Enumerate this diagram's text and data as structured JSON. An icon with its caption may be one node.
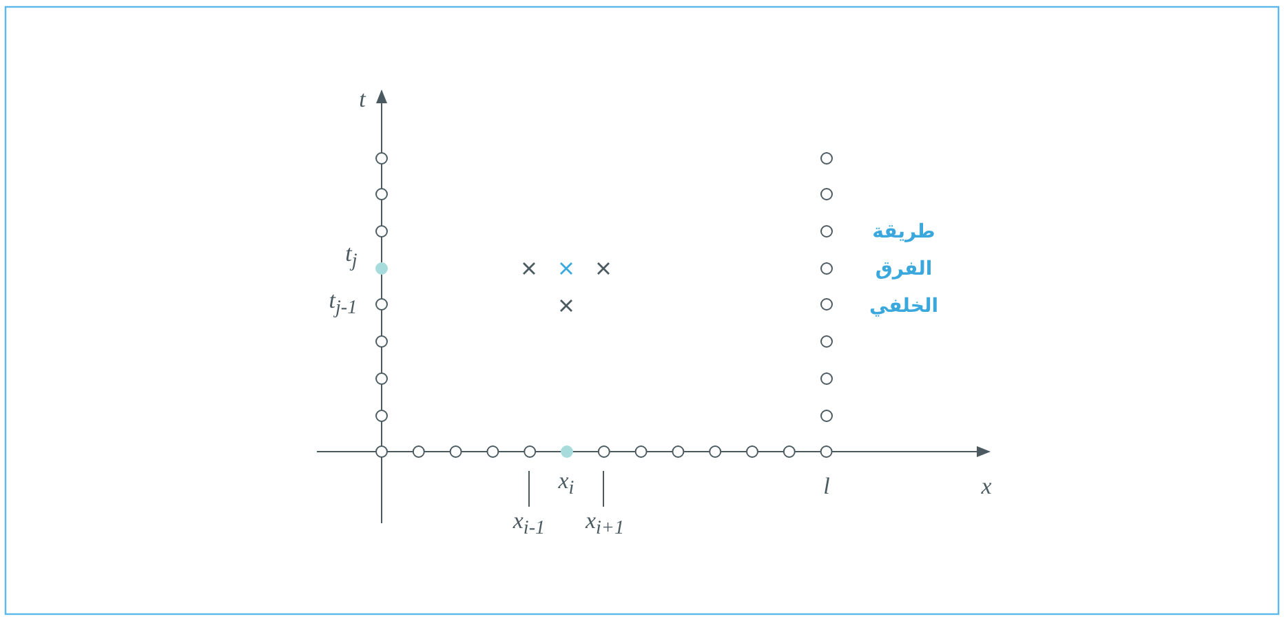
{
  "diagram": {
    "labels": [
      "t",
      "x",
      "t$_{j}$",
      "t$_{j-1}$",
      "x$_{i}$",
      "x$_{i-1}$",
      "x$_{i+1}$",
      "l",
      "طريقة الفرق الخلفي"
    ]
  }
}
